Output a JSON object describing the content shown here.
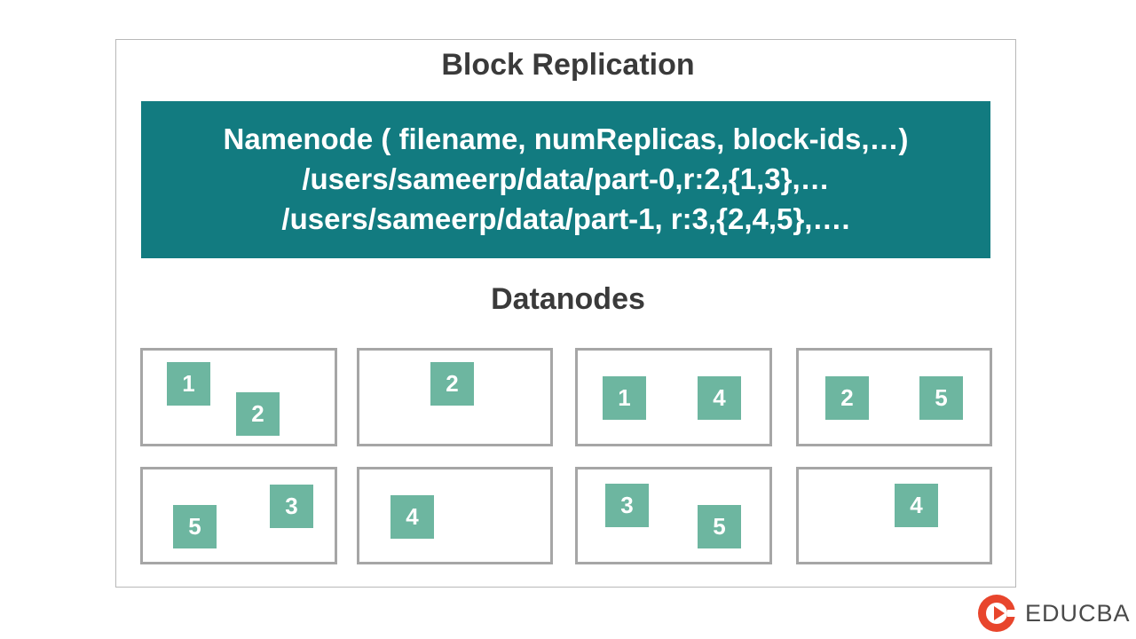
{
  "diagram": {
    "title": "Block Replication",
    "namenode": {
      "lines": [
        "Namenode ( filename, numReplicas, block-ids,…)",
        "/users/sameerp/data/part-0,r:2,{1,3},…",
        "/users/sameerp/data/part-1, r:3,{2,4,5},…."
      ]
    },
    "datanodes_title": "Datanodes",
    "datanodes": [
      {
        "blocks": [
          "1",
          "2"
        ]
      },
      {
        "blocks": [
          "2"
        ]
      },
      {
        "blocks": [
          "1",
          "4"
        ]
      },
      {
        "blocks": [
          "2",
          "5"
        ]
      },
      {
        "blocks": [
          "5",
          "3"
        ]
      },
      {
        "blocks": [
          "4"
        ]
      },
      {
        "blocks": [
          "3",
          "5"
        ]
      },
      {
        "blocks": [
          "4"
        ]
      }
    ],
    "colors": {
      "namenode_bg": "#127b80",
      "block_bg": "#6db6a0",
      "border": "#a6a6a6"
    }
  },
  "brand": {
    "name": "EDUCBA",
    "logo_icon": "educba-logo-icon"
  }
}
